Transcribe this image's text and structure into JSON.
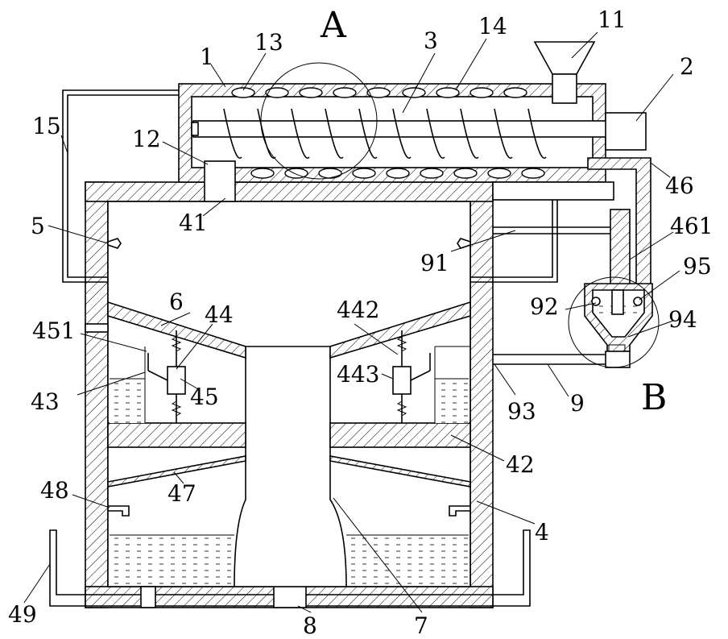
{
  "labels": {
    "l1": "1",
    "l2": "2",
    "l3": "3",
    "l4": "4",
    "l5": "5",
    "l6": "6",
    "l7": "7",
    "l8": "8",
    "l9": "9",
    "l11": "11",
    "l12": "12",
    "l13": "13",
    "l14": "14",
    "l15": "15",
    "l41": "41",
    "l42": "42",
    "l43": "43",
    "l44": "44",
    "l45": "45",
    "l46": "46",
    "l47": "47",
    "l48": "48",
    "l49": "49",
    "l91": "91",
    "l92": "92",
    "l93": "93",
    "l94": "94",
    "l95": "95",
    "l442": "442",
    "l443": "443",
    "l451": "451",
    "l461": "461",
    "detailA": "A",
    "detailB": "B"
  },
  "colors": {
    "line": "#000000",
    "background": "#ffffff"
  }
}
